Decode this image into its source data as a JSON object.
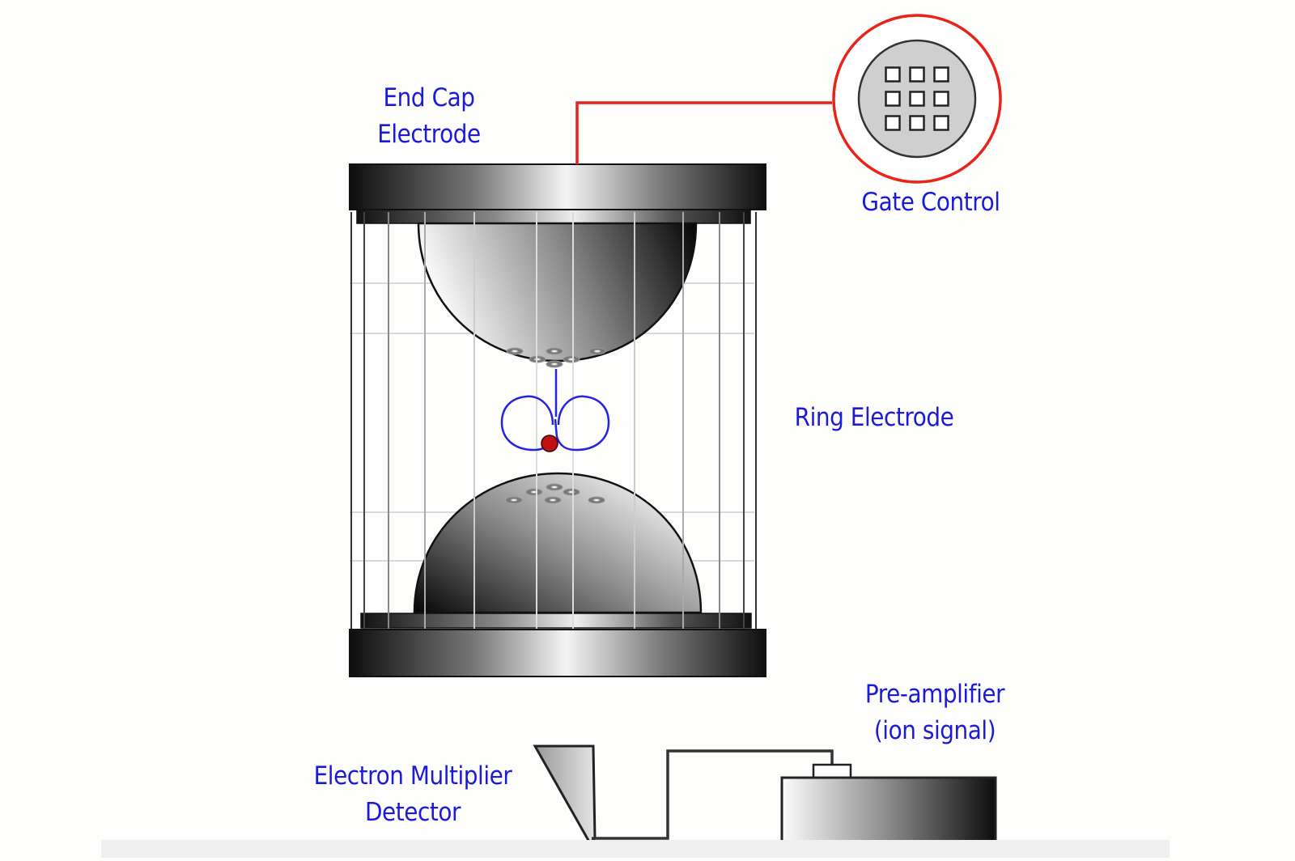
{
  "diagram": {
    "title": "Quadrupole Ion Trap",
    "labels": {
      "end_cap": [
        "End Cap",
        "Electrode"
      ],
      "gate_control": "Gate Control",
      "ring_electrode": "Ring Electrode",
      "electron_multiplier": [
        "Electron Multiplier",
        "Detector"
      ],
      "pre_amplifier": [
        "Pre-amplifier",
        "(ion signal)"
      ]
    },
    "colors": {
      "label_text": "#1a1ad8",
      "gate_wire": "#e8231a",
      "ion_path": "#2323e0",
      "ion": "#c01010",
      "detector_wire": "#333333"
    },
    "gate_control_grid": {
      "rows": 3,
      "cols": 3
    },
    "ion_count": 1
  }
}
